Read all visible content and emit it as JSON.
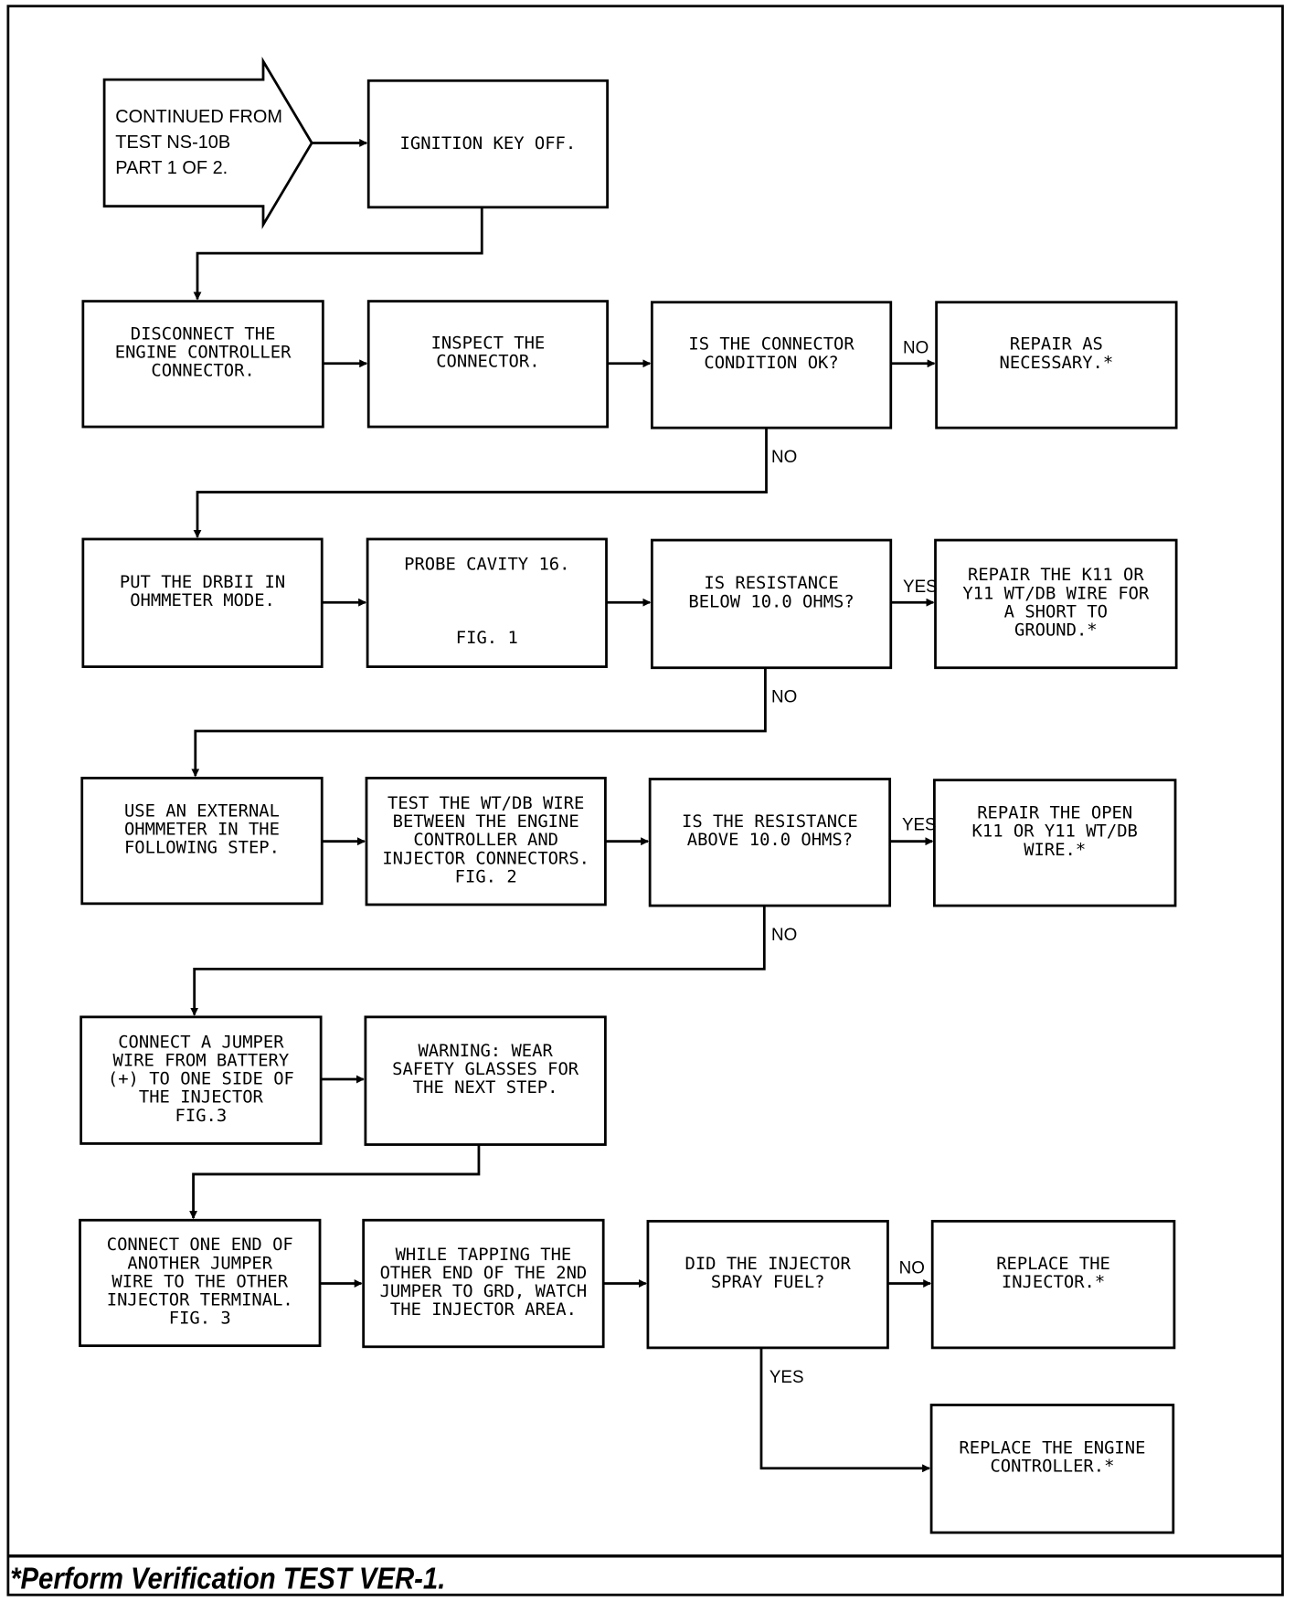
{
  "start": {
    "lines": [
      "CONTINUED FROM",
      "TEST NS-10B",
      "PART 1 OF 2."
    ]
  },
  "boxes": [
    {
      "id": "ignition-off",
      "lines": [
        "IGNITION KEY OFF."
      ]
    },
    {
      "id": "disconnect-connector",
      "lines": [
        "DISCONNECT THE",
        "ENGINE CONTROLLER",
        "CONNECTOR."
      ]
    },
    {
      "id": "inspect-connector",
      "lines": [
        "INSPECT THE",
        "CONNECTOR."
      ]
    },
    {
      "id": "connector-ok-question",
      "lines": [
        "IS THE CONNECTOR",
        "CONDITION OK?"
      ]
    },
    {
      "id": "repair-as-necessary",
      "lines": [
        "REPAIR AS",
        "NECESSARY.*"
      ]
    },
    {
      "id": "drbii-ohmmeter",
      "lines": [
        "PUT THE DRBII IN",
        "OHMMETER MODE."
      ]
    },
    {
      "id": "probe-cavity",
      "lines": [
        "PROBE CAVITY 16.",
        "",
        "",
        "",
        "FIG. 1"
      ]
    },
    {
      "id": "resistance-below-question",
      "lines": [
        "IS RESISTANCE",
        "BELOW 10.0 OHMS?"
      ]
    },
    {
      "id": "repair-short",
      "lines": [
        "REPAIR THE K11 OR",
        "Y11 WT/DB WIRE FOR",
        "A SHORT TO",
        "GROUND.*"
      ]
    },
    {
      "id": "external-ohmmeter",
      "lines": [
        "USE AN EXTERNAL",
        "OHMMETER IN THE",
        "FOLLOWING STEP."
      ]
    },
    {
      "id": "test-wire",
      "lines": [
        "TEST THE WT/DB WIRE",
        "BETWEEN THE ENGINE",
        "CONTROLLER AND",
        "INJECTOR CONNECTORS.",
        "FIG. 2"
      ]
    },
    {
      "id": "resistance-above-question",
      "lines": [
        "IS THE RESISTANCE",
        "ABOVE 10.0 OHMS?"
      ]
    },
    {
      "id": "repair-open",
      "lines": [
        "REPAIR THE OPEN",
        "K11 OR Y11 WT/DB",
        "WIRE.*"
      ]
    },
    {
      "id": "connect-jumper",
      "lines": [
        "CONNECT A JUMPER",
        "WIRE FROM BATTERY",
        "(+) TO ONE SIDE OF",
        "THE INJECTOR",
        "FIG.3"
      ]
    },
    {
      "id": "warning-glasses",
      "lines": [
        "WARNING: WEAR",
        "SAFETY GLASSES FOR",
        "THE NEXT STEP."
      ]
    },
    {
      "id": "connect-another-jumper",
      "lines": [
        "CONNECT ONE END OF",
        "ANOTHER JUMPER",
        "WIRE TO THE OTHER",
        "INJECTOR TERMINAL.",
        "FIG. 3"
      ]
    },
    {
      "id": "tap-jumper",
      "lines": [
        "WHILE TAPPING THE",
        "OTHER END OF THE 2ND",
        "JUMPER TO GRD, WATCH",
        "THE INJECTOR AREA."
      ]
    },
    {
      "id": "injector-spray-question",
      "lines": [
        "DID THE INJECTOR",
        "SPRAY FUEL?"
      ]
    },
    {
      "id": "replace-injector",
      "lines": [
        "REPLACE THE",
        "INJECTOR.*"
      ]
    },
    {
      "id": "replace-controller",
      "lines": [
        "REPLACE THE ENGINE",
        "CONTROLLER.*"
      ]
    }
  ],
  "branch_labels": [
    "NO",
    "NO",
    "YES",
    "NO",
    "YES",
    "NO",
    "NO",
    "YES"
  ],
  "footer": {
    "note": "*Perform Verification TEST VER-1."
  }
}
